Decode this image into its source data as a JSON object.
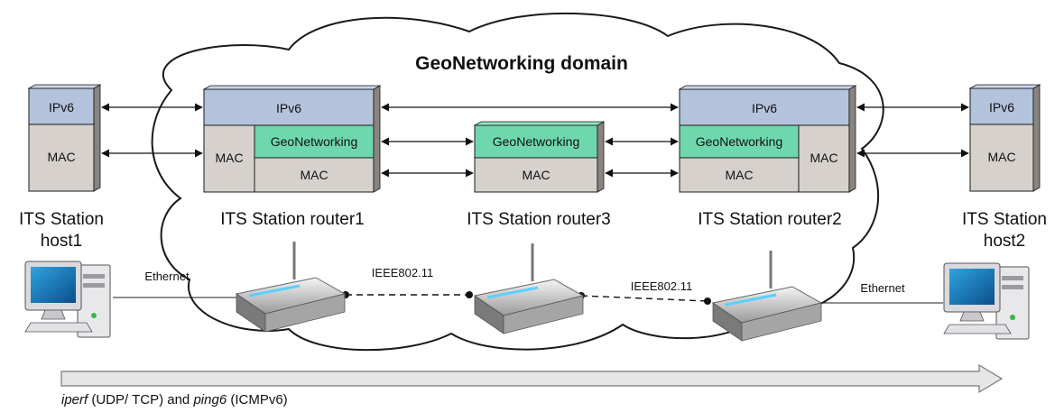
{
  "title": "GeoNetworking domain",
  "layers": {
    "ipv6": "IPv6",
    "mac": "MAC",
    "geonetworking": "GeoNetworking"
  },
  "stations": {
    "host1": {
      "line1": "ITS Station",
      "line2": "host1"
    },
    "router1": {
      "label": "ITS Station router1"
    },
    "router3": {
      "label": "ITS Station router3"
    },
    "router2": {
      "label": "ITS Station router2"
    },
    "host2": {
      "line1": "ITS Station",
      "line2": "host2"
    }
  },
  "links": {
    "ethernet_left": "Ethernet",
    "ethernet_right": "Ethernet",
    "wifi_1": "IEEE802.11",
    "wifi_2": "IEEE802.11"
  },
  "traffic": {
    "tool1": "iperf",
    "part1": " (UDP/ TCP) and ",
    "tool2": "ping6",
    "part2": " (ICMPv6)"
  },
  "colors": {
    "ipv6": "#b3c3dc",
    "mac": "#d6d1cc",
    "geonetworking": "#6fd7ae",
    "outline": "#1a1a1a"
  },
  "icons": [
    "computer-icon",
    "wireless-router-icon"
  ]
}
